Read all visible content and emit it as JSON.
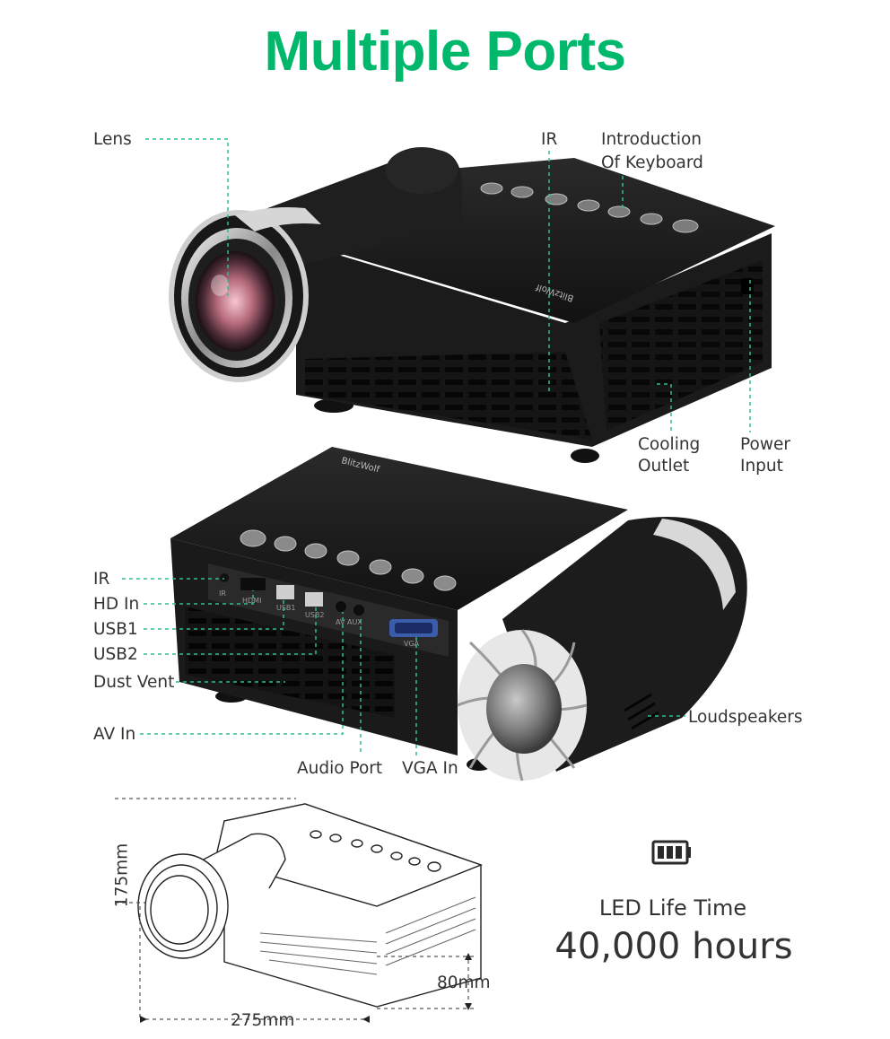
{
  "title": "Multiple Ports",
  "colors": {
    "accent": "#00b86b",
    "leader": "#2fbf8a",
    "body": "#1b1b1b",
    "text": "#333333"
  },
  "top_view": {
    "lens": "Lens",
    "ir": "IR",
    "keyboard": "Introduction\nOf Keyboard",
    "keyboard_line1": "Introduction",
    "keyboard_line2": "Of Keyboard",
    "cooling_line1": "Cooling",
    "cooling_line2": "Outlet",
    "power_line1": "Power",
    "power_line2": "Input",
    "brand": "BlitzWolf"
  },
  "rear_view": {
    "ir": "IR",
    "hd_in": "HD In",
    "usb1": "USB1",
    "usb2": "USB2",
    "dust_vent": "Dust Vent",
    "av_in": "AV In",
    "audio_port": "Audio Port",
    "vga_in": "VGA In",
    "loudspeakers": "Loudspeakers",
    "brand": "BlitzWolf",
    "port_ir": "IR",
    "port_hdmi": "HDMI",
    "port_usb1": "USB1",
    "port_usb2": "USB2",
    "port_av_aux": "AV AUX",
    "port_vga": "VGA"
  },
  "dimensions": {
    "height": "175mm",
    "width": "275mm",
    "depth": "80mm"
  },
  "led": {
    "icon": "battery-icon",
    "label": "LED Life Time",
    "value": "40,000 hours"
  }
}
